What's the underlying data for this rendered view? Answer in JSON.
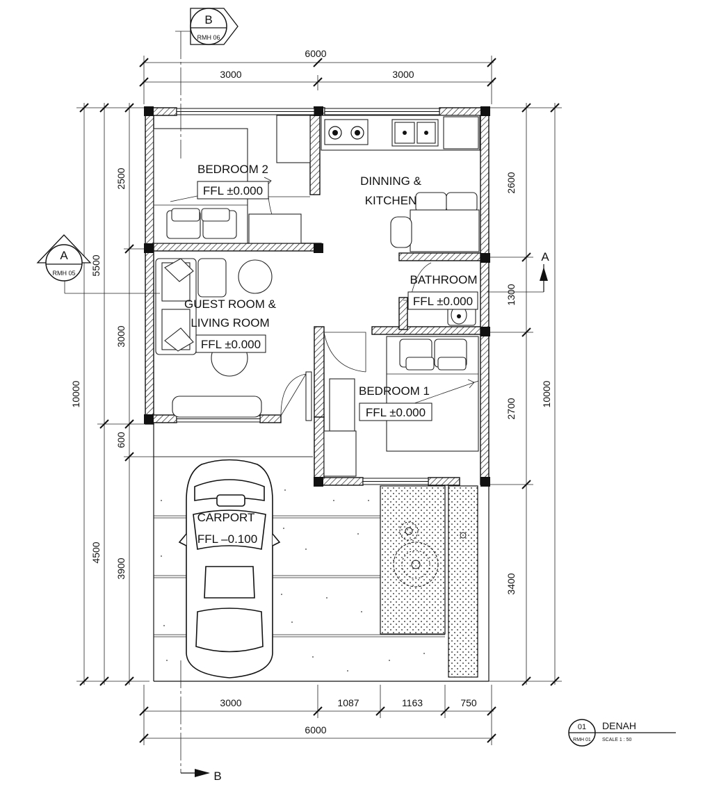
{
  "dimensions": {
    "top_total": "6000",
    "top_left": "3000",
    "top_right": "3000",
    "bottom_total": "6000",
    "bottom_1": "3000",
    "bottom_2": "1087",
    "bottom_3": "1163",
    "bottom_4": "750",
    "left_overall": "10000",
    "left_upper": "5500",
    "left_lower": "4500",
    "left_a": "2500",
    "left_b": "3000",
    "left_c": "600",
    "left_d": "3900",
    "right_overall": "10000",
    "right_a": "2600",
    "right_b": "1300",
    "right_c": "2700",
    "right_d": "3400"
  },
  "rooms": {
    "bedroom2": {
      "name": "BEDROOM 2",
      "level": "FFL  ±0.000"
    },
    "dining": {
      "name_line1": "DINNING &",
      "name_line2": "KITCHEN"
    },
    "bathroom": {
      "name": "BATHROOM",
      "level": "FFL  ±0.000"
    },
    "living": {
      "name_line1": "GUEST ROOM &",
      "name_line2": "LIVING ROOM",
      "level": "FFL  ±0.000"
    },
    "bedroom1": {
      "name": "BEDROOM 1",
      "level": "FFL  ±0.000"
    },
    "carport": {
      "name": "CARPORT",
      "level": "FFL  –0.100"
    }
  },
  "section_markers": {
    "b_top": {
      "letter": "B",
      "sheet": "RMH 06"
    },
    "a_left": {
      "letter": "A",
      "sheet": "RMH 05"
    },
    "a_right": {
      "letter": "A"
    },
    "b_bottom": {
      "letter": "B"
    }
  },
  "title_block": {
    "number": "01",
    "sheet": "RMH 01",
    "title": "DENAH",
    "scale": "SCALE   1 : 50"
  }
}
